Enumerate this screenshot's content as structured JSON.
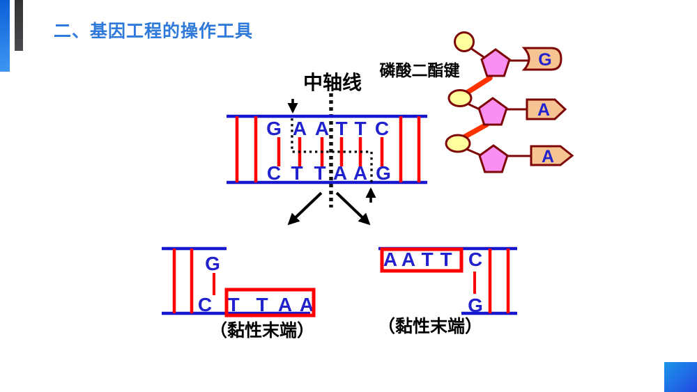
{
  "slide": {
    "title": "二、基因工程的操作工具"
  },
  "diagram": {
    "axis_label": "中轴线",
    "phosphodiester_label": "磷酸二酯键",
    "main_dna": {
      "top_strand": [
        "G",
        "A",
        "A",
        "T",
        "T",
        "C"
      ],
      "bottom_strand": [
        "C",
        "T",
        "T",
        "A",
        "A",
        "G"
      ]
    },
    "nucleotide_chain": {
      "bases": [
        "G",
        "A",
        "A"
      ]
    },
    "left_fragment": {
      "top_strand": [
        "G"
      ],
      "bottom_strand": [
        "C",
        "T",
        "T",
        "A",
        "A"
      ],
      "label": "（黏性末端）"
    },
    "right_fragment": {
      "top_strand": [
        "A",
        "A",
        "T",
        "T",
        "C"
      ],
      "bottom_strand": [
        "G"
      ],
      "label": "（黏性末端）"
    },
    "colors": {
      "title_blue": "#2e79d9",
      "strand_blue": "#1616ce",
      "base_letter_blue": "#2121ce",
      "bond_red": "#ff0000",
      "highlight_box_red": "#ff0000",
      "phosphodiester_bond_red": "#ff3300",
      "sugar_pink": "#fa8ff2",
      "phosphate_yellow": "#ffff9e",
      "base_peach": "#f6c493",
      "outline_dark_red": "#7d0505"
    }
  }
}
